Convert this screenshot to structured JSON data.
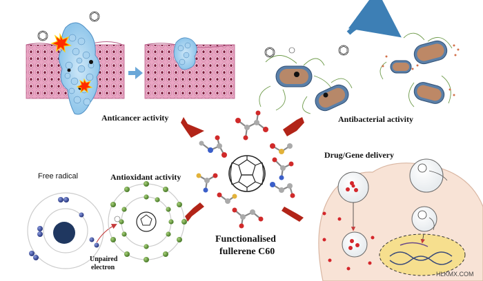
{
  "labels": {
    "anticancer": "Anticancer activity",
    "antibacterial": "Antibacterial activity",
    "drug_gene": "Drug/Gene delivery",
    "free_radical": "Free radical",
    "antioxidant": "Antioxidant activity",
    "unpaired": "Unpaired",
    "electron": "electron",
    "center_line1": "Functionalised",
    "center_line2": "fullerene C60",
    "watermark": "HLKMX.COM"
  },
  "colors": {
    "arrow_red": "#b22418",
    "tissue_pink": "#e9a5c3",
    "tissue_cell": "#7a1b3a",
    "tumor_blue": "#8ec5ea",
    "bacteria_body": "#5a7fa8",
    "cell_bg": "#f8e3d6",
    "nucleus_yellow": "#f6df8e",
    "electron_green": "#6e9f45",
    "electron_blue": "#3c4f9b",
    "curved_arrow": "#3d7fb5"
  }
}
